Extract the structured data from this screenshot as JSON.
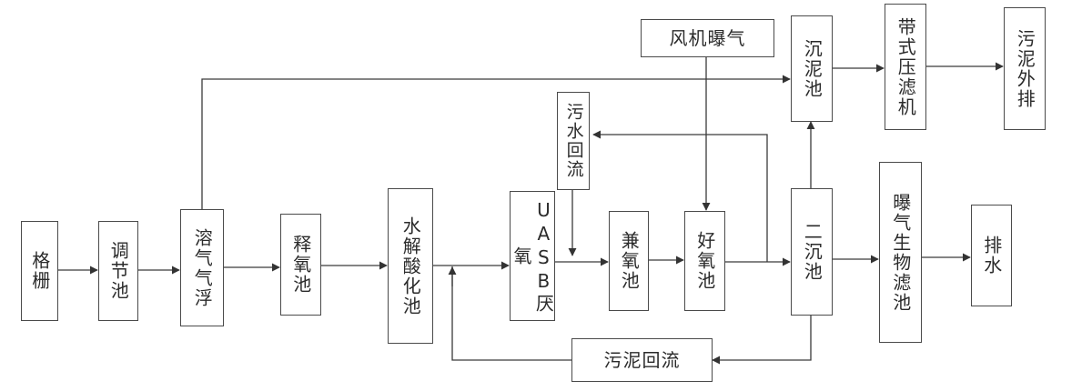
{
  "diagram": {
    "nodes": {
      "grille": "格栅",
      "regulating_tank": "调节池",
      "dissolved_air_flotation": "溶气气浮",
      "oxygen_release_tank": "释氧池",
      "hydrolysis_acidification_tank": "水解酸化池",
      "uasb_anaerobic": "UASB厌氧",
      "anoxic_tank": "兼氧池",
      "aerobic_tank": "好氧池",
      "secondary_clarifier": "二沉池",
      "settling_tank": "沉泥池",
      "belt_filter_press": "带式压滤机",
      "sludge_discharge": "污泥外排",
      "blower_aeration": "风机曝气",
      "wastewater_recycle": "污水回流",
      "sludge_recycle": "污泥回流",
      "biological_aerated_filter": "曝气生物滤池",
      "effluent_discharge": "排水"
    },
    "colors": {
      "line": "#3a3a3a",
      "border": "#4a4a4a",
      "text": "#2b2b2b"
    }
  }
}
